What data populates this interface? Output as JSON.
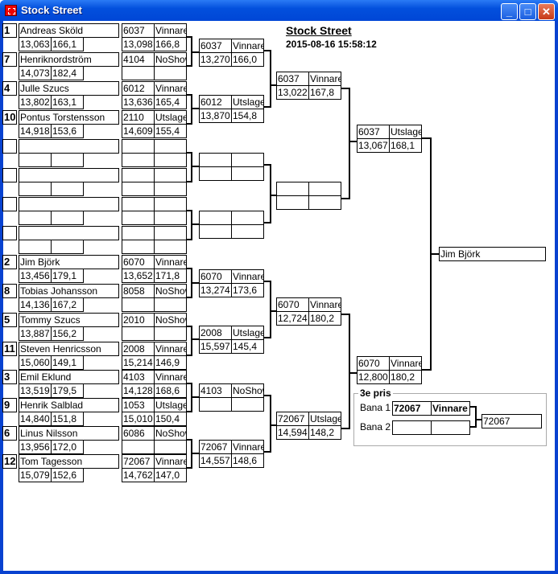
{
  "window": {
    "title": "Stock Street"
  },
  "header": {
    "title": "Stock Street",
    "datetime": "2015-08-16 15:58:12"
  },
  "entrants": [
    {
      "seed": "1",
      "name": "Andreas Sköld",
      "time": "13,063",
      "speed": "166,1",
      "lane": "6037",
      "status": "Vinnare",
      "lane_time": "13,098",
      "lane_speed": "166,8"
    },
    {
      "seed": "7",
      "name": "Henriknordström",
      "time": "14,073",
      "speed": "182,4",
      "lane": "4104",
      "status": "NoShow",
      "lane_time": "",
      "lane_speed": ""
    },
    {
      "seed": "4",
      "name": "Julle Szucs",
      "time": "13,802",
      "speed": "163,1",
      "lane": "6012",
      "status": "Vinnare",
      "lane_time": "13,636",
      "lane_speed": "165,4"
    },
    {
      "seed": "10",
      "name": "Pontus Torstensson",
      "time": "14,918",
      "speed": "153,6",
      "lane": "2110",
      "status": "Utslager",
      "lane_time": "14,609",
      "lane_speed": "155,4"
    },
    {
      "seed": "",
      "name": "",
      "time": "",
      "speed": "",
      "lane": "",
      "status": "",
      "lane_time": "",
      "lane_speed": ""
    },
    {
      "seed": "",
      "name": "",
      "time": "",
      "speed": "",
      "lane": "",
      "status": "",
      "lane_time": "",
      "lane_speed": ""
    },
    {
      "seed": "",
      "name": "",
      "time": "",
      "speed": "",
      "lane": "",
      "status": "",
      "lane_time": "",
      "lane_speed": ""
    },
    {
      "seed": "",
      "name": "",
      "time": "",
      "speed": "",
      "lane": "",
      "status": "",
      "lane_time": "",
      "lane_speed": ""
    },
    {
      "seed": "2",
      "name": "Jim Björk",
      "time": "13,456",
      "speed": "179,1",
      "lane": "6070",
      "status": "Vinnare",
      "lane_time": "13,652",
      "lane_speed": "171,8"
    },
    {
      "seed": "8",
      "name": "Tobias Johansson",
      "time": "14,136",
      "speed": "167,2",
      "lane": "8058",
      "status": "NoShow",
      "lane_time": "",
      "lane_speed": ""
    },
    {
      "seed": "5",
      "name": "Tommy Szucs",
      "time": "13,887",
      "speed": "156,2",
      "lane": "2010",
      "status": "NoShow",
      "lane_time": "",
      "lane_speed": ""
    },
    {
      "seed": "11",
      "name": "Steven Henricsson",
      "time": "15,060",
      "speed": "149,1",
      "lane": "2008",
      "status": "Vinnare",
      "lane_time": "15,214",
      "lane_speed": "146,9"
    },
    {
      "seed": "3",
      "name": "Emil Eklund",
      "time": "13,519",
      "speed": "179,5",
      "lane": "4103",
      "status": "Vinnare",
      "lane_time": "14,128",
      "lane_speed": "168,6"
    },
    {
      "seed": "9",
      "name": "Henrik Salblad",
      "time": "14,840",
      "speed": "151,8",
      "lane": "1053",
      "status": "Utslager",
      "lane_time": "15,010",
      "lane_speed": "150,4"
    },
    {
      "seed": "6",
      "name": "Linus Nilsson",
      "time": "13,956",
      "speed": "172,0",
      "lane": "6086",
      "status": "NoShow",
      "lane_time": "",
      "lane_speed": ""
    },
    {
      "seed": "12",
      "name": "Tom Tagesson",
      "time": "15,079",
      "speed": "152,6",
      "lane": "72067",
      "status": "Vinnare",
      "lane_time": "14,762",
      "lane_speed": "147,0"
    }
  ],
  "round2": [
    {
      "lane": "6037",
      "status": "Vinnare",
      "time": "13,270",
      "speed": "166,0"
    },
    {
      "lane": "6012",
      "status": "Utslager",
      "time": "13,870",
      "speed": "154,8"
    },
    {
      "lane": "",
      "status": "",
      "time": "",
      "speed": ""
    },
    {
      "lane": "",
      "status": "",
      "time": "",
      "speed": ""
    },
    {
      "lane": "6070",
      "status": "Vinnare",
      "time": "13,274",
      "speed": "173,6"
    },
    {
      "lane": "2008",
      "status": "Utslager",
      "time": "15,597",
      "speed": "145,4"
    },
    {
      "lane": "4103",
      "status": "NoShow",
      "time": "",
      "speed": ""
    },
    {
      "lane": "72067",
      "status": "Vinnare",
      "time": "14,557",
      "speed": "148,6"
    }
  ],
  "round3": [
    {
      "lane": "6037",
      "status": "Vinnare",
      "time": "13,022",
      "speed": "167,8"
    },
    {
      "lane": "",
      "status": "",
      "time": "",
      "speed": ""
    },
    {
      "lane": "6070",
      "status": "Vinnare",
      "time": "12,724",
      "speed": "180,2"
    },
    {
      "lane": "72067",
      "status": "Utslager",
      "time": "14,594",
      "speed": "148,2"
    }
  ],
  "round4": [
    {
      "lane": "6037",
      "status": "Utslager",
      "time": "13,067",
      "speed": "168,1"
    },
    {
      "lane": "6070",
      "status": "Vinnare",
      "time": "12,800",
      "speed": "180,2"
    }
  ],
  "final": {
    "winner": "Jim Björk"
  },
  "third_place": {
    "label": "3e pris",
    "bana1_label": "Bana 1",
    "bana2_label": "Bana 2",
    "bana1": {
      "lane": "72067",
      "status": "Vinnare"
    },
    "bana2": {
      "lane": "",
      "status": ""
    },
    "winner": "72067"
  }
}
